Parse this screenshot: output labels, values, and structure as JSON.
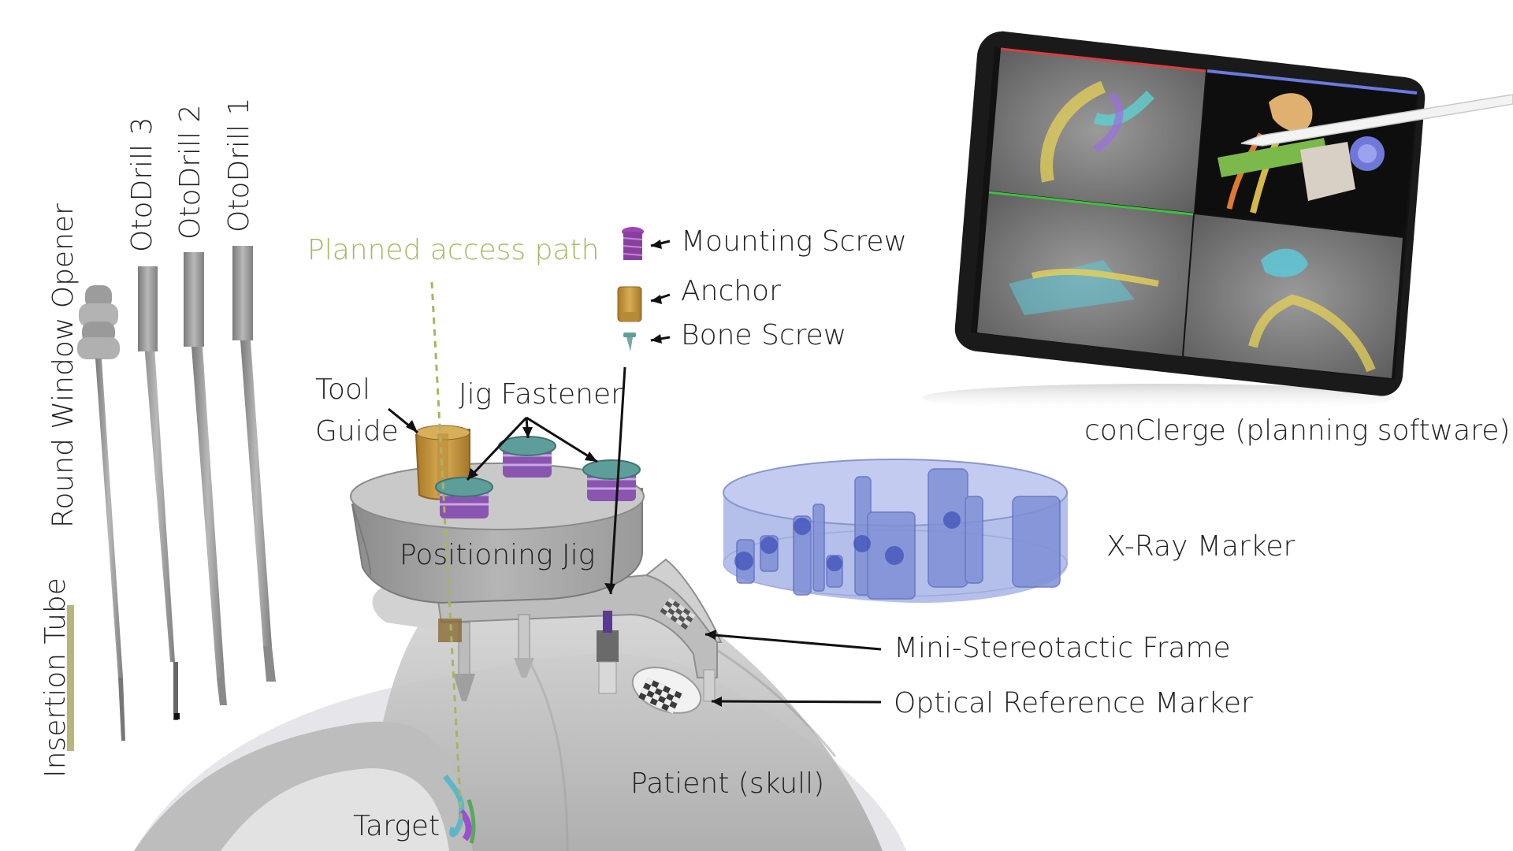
{
  "labels": {
    "round_window_opener": "Round Window Opener",
    "otodrill_3": "OtoDrill 3",
    "otodrill_2": "OtoDrill 2",
    "otodrill_1": "OtoDrill 1",
    "insertion_tube": "Insertion Tube",
    "planned_access_path": "Planned access path",
    "mounting_screw": "Mounting Screw",
    "anchor": "Anchor",
    "bone_screw": "Bone Screw",
    "tool_guide_line1": "Tool",
    "tool_guide_line2": "Guide",
    "jig_fastener": "Jig Fastener",
    "positioning_jig": "Positioning Jig",
    "x_ray_marker": "X-Ray Marker",
    "mini_stereotactic_frame": "Mini-Stereotactic Frame",
    "optical_reference_marker": "Optical Reference Marker",
    "patient_skull": "Patient (skull)",
    "target": "Target",
    "planning_software": "conClerge (planning software)"
  },
  "colors": {
    "label_text": "#222222",
    "access_path": "#a9b55e",
    "tool_gray": "#8f8f8f",
    "anchor_gold": "#c89a3c",
    "mounting_screw_purple": "#8a3fa0",
    "fastener_teal": "#5e9e9a",
    "xray_marker_blue": "#a7b4e6",
    "skull_gray": "#c4c4c4"
  }
}
